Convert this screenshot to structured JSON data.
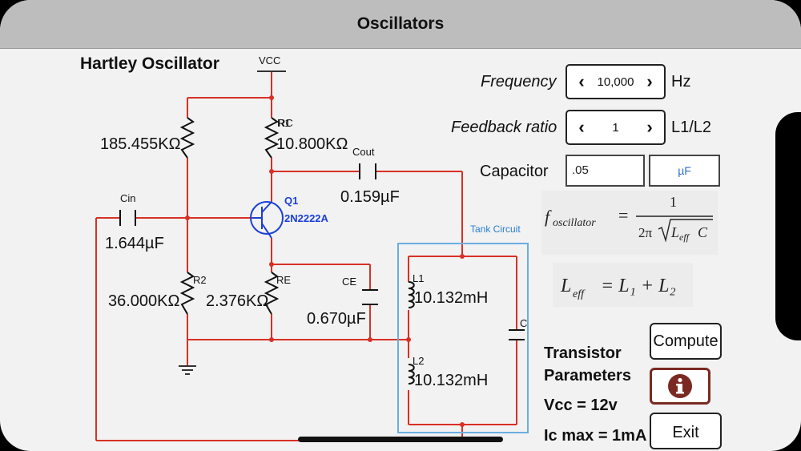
{
  "app": {
    "title": "Oscillators"
  },
  "heading": "Hartley Oscillator",
  "circuit": {
    "vcc": "VCC",
    "r1_name": "R1",
    "r1_value": "185.455KΩ",
    "rc_name": "RC",
    "rc_value": "10.800KΩ",
    "cout_name": "Cout",
    "cout_value": "0.159µF",
    "cin_name": "Cin",
    "cin_value": "1.644µF",
    "q1_name": "Q1",
    "q1_part": "2N2222A",
    "r2_name": "R2",
    "r2_value": "36.000KΩ",
    "re_name": "RE",
    "re_value": "2.376KΩ",
    "ce_name": "CE",
    "ce_value": "0.670µF",
    "tank_label": "Tank Circuit",
    "l1_name": "L1",
    "l1_value": "10.132mH",
    "l2_name": "L2",
    "l2_value": "10.132mH",
    "c_name": "C"
  },
  "controls": {
    "frequency": {
      "label": "Frequency",
      "value": "10,000",
      "unit": "Hz"
    },
    "feedback": {
      "label": "Feedback ratio",
      "value": "1",
      "unit": "L1/L2"
    },
    "capacitor": {
      "label": "Capacitor",
      "value": ".05",
      "unit_button": "µF"
    }
  },
  "formulas": {
    "f_lhs": "f",
    "f_sub": "oscillator",
    "f_num": "1",
    "f_den": "2π",
    "leff": "L",
    "leff_sub": "eff",
    "c": "C",
    "leff_rhs": "= L₁ + L₂"
  },
  "buttons": {
    "compute": "Compute",
    "exit": "Exit"
  },
  "transistor": {
    "heading1": "Transistor",
    "heading2": "Parameters",
    "vcc": "Vcc = 12v",
    "ic": "Ic max = 1mA"
  },
  "colors": {
    "wire": "#d93025",
    "tank_box": "#6aaee0",
    "bjt": "#1a3fd6",
    "info": "#7a2a22",
    "unit_button": "#2a6fd6"
  }
}
